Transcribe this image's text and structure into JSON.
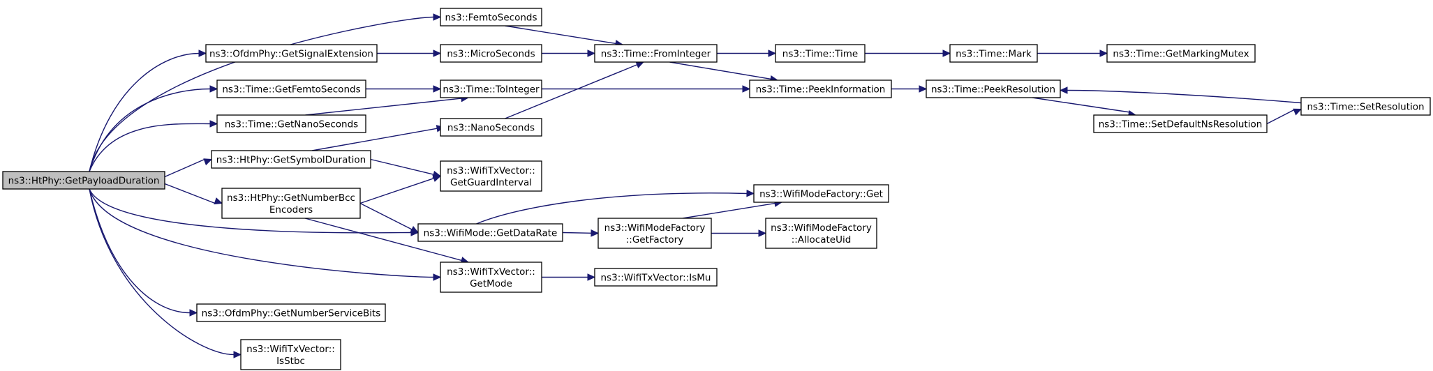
{
  "graph": {
    "root": "n_root",
    "nodes": [
      {
        "id": "n_root",
        "name": "node-htphy-getpayloadduration",
        "lines": [
          "ns3::HtPhy::GetPayloadDuration"
        ]
      },
      {
        "id": "n_femto",
        "name": "node-femtoseconds",
        "lines": [
          "ns3::FemtoSeconds"
        ]
      },
      {
        "id": "n_sigext",
        "name": "node-ofdmphy-getsignalextension",
        "lines": [
          "ns3::OfdmPhy::GetSignalExtension"
        ]
      },
      {
        "id": "n_micro",
        "name": "node-microseconds",
        "lines": [
          "ns3::MicroSeconds"
        ]
      },
      {
        "id": "n_fromint",
        "name": "node-time-frominteger",
        "lines": [
          "ns3::Time::FromInteger"
        ]
      },
      {
        "id": "n_time",
        "name": "node-time-time",
        "lines": [
          "ns3::Time::Time"
        ]
      },
      {
        "id": "n_mark",
        "name": "node-time-mark",
        "lines": [
          "ns3::Time::Mark"
        ]
      },
      {
        "id": "n_mutex",
        "name": "node-time-getmarkingmutex",
        "lines": [
          "ns3::Time::GetMarkingMutex"
        ]
      },
      {
        "id": "n_getfs",
        "name": "node-time-getfemtoseconds",
        "lines": [
          "ns3::Time::GetFemtoSeconds"
        ]
      },
      {
        "id": "n_toint",
        "name": "node-time-tointeger",
        "lines": [
          "ns3::Time::ToInteger"
        ]
      },
      {
        "id": "n_peekinfo",
        "name": "node-time-peekinformation",
        "lines": [
          "ns3::Time::PeekInformation"
        ]
      },
      {
        "id": "n_peekres",
        "name": "node-time-peekresolution",
        "lines": [
          "ns3::Time::PeekResolution"
        ]
      },
      {
        "id": "n_setres",
        "name": "node-time-setresolution",
        "lines": [
          "ns3::Time::SetResolution"
        ]
      },
      {
        "id": "n_setdef",
        "name": "node-time-setdefaultnsresolution",
        "lines": [
          "ns3::Time::SetDefaultNsResolution"
        ]
      },
      {
        "id": "n_getns",
        "name": "node-time-getnanoseconds",
        "lines": [
          "ns3::Time::GetNanoSeconds"
        ]
      },
      {
        "id": "n_nano",
        "name": "node-nanoseconds",
        "lines": [
          "ns3::NanoSeconds"
        ]
      },
      {
        "id": "n_symdur",
        "name": "node-htphy-getsymbolduration",
        "lines": [
          "ns3::HtPhy::GetSymbolDuration"
        ]
      },
      {
        "id": "n_guard",
        "name": "node-wifitxvector-getguardinterval",
        "lines": [
          "ns3::WifiTxVector::",
          "GetGuardInterval"
        ]
      },
      {
        "id": "n_bcc",
        "name": "node-htphy-getnumberbccencoders",
        "lines": [
          "ns3::HtPhy::GetNumberBcc",
          "Encoders"
        ]
      },
      {
        "id": "n_dr",
        "name": "node-wifimode-getdatarate",
        "lines": [
          "ns3::WifiMode::GetDataRate"
        ]
      },
      {
        "id": "n_mfget",
        "name": "node-wifimodefactory-get",
        "lines": [
          "ns3::WifiModeFactory::Get"
        ]
      },
      {
        "id": "n_getfac",
        "name": "node-wifimodefactory-getfactory",
        "lines": [
          "ns3::WifiModeFactory",
          "::GetFactory"
        ]
      },
      {
        "id": "n_alloc",
        "name": "node-wifimodefactory-allocateuid",
        "lines": [
          "ns3::WifiModeFactory",
          "::AllocateUid"
        ]
      },
      {
        "id": "n_getmode",
        "name": "node-wifitxvector-getmode",
        "lines": [
          "ns3::WifiTxVector::",
          "GetMode"
        ]
      },
      {
        "id": "n_ismu",
        "name": "node-wifitxvector-ismu",
        "lines": [
          "ns3::WifiTxVector::IsMu"
        ]
      },
      {
        "id": "n_svcbits",
        "name": "node-ofdmphy-getnumberservicebits",
        "lines": [
          "ns3::OfdmPhy::GetNumberServiceBits"
        ]
      },
      {
        "id": "n_stbc",
        "name": "node-wifitxvector-isstbc",
        "lines": [
          "ns3::WifiTxVector::",
          "IsStbc"
        ]
      }
    ],
    "edges": [
      [
        "n_root",
        "n_femto"
      ],
      [
        "n_root",
        "n_sigext"
      ],
      [
        "n_root",
        "n_getfs"
      ],
      [
        "n_root",
        "n_getns"
      ],
      [
        "n_root",
        "n_symdur"
      ],
      [
        "n_root",
        "n_bcc"
      ],
      [
        "n_root",
        "n_dr"
      ],
      [
        "n_root",
        "n_getmode"
      ],
      [
        "n_root",
        "n_svcbits"
      ],
      [
        "n_root",
        "n_stbc"
      ],
      [
        "n_femto",
        "n_fromint"
      ],
      [
        "n_sigext",
        "n_micro"
      ],
      [
        "n_micro",
        "n_fromint"
      ],
      [
        "n_fromint",
        "n_time"
      ],
      [
        "n_fromint",
        "n_peekinfo"
      ],
      [
        "n_time",
        "n_mark"
      ],
      [
        "n_mark",
        "n_mutex"
      ],
      [
        "n_getfs",
        "n_toint"
      ],
      [
        "n_getns",
        "n_toint"
      ],
      [
        "n_toint",
        "n_peekinfo"
      ],
      [
        "n_peekinfo",
        "n_peekres"
      ],
      [
        "n_peekres",
        "n_setdef"
      ],
      [
        "n_setdef",
        "n_setres"
      ],
      [
        "n_setres",
        "n_peekres"
      ],
      [
        "n_nano",
        "n_fromint"
      ],
      [
        "n_symdur",
        "n_nano"
      ],
      [
        "n_symdur",
        "n_guard"
      ],
      [
        "n_bcc",
        "n_guard"
      ],
      [
        "n_bcc",
        "n_dr"
      ],
      [
        "n_bcc",
        "n_getmode"
      ],
      [
        "n_dr",
        "n_mfget"
      ],
      [
        "n_dr",
        "n_getfac"
      ],
      [
        "n_getfac",
        "n_mfget"
      ],
      [
        "n_getfac",
        "n_alloc"
      ],
      [
        "n_getmode",
        "n_ismu"
      ]
    ]
  },
  "colors": {
    "edge": "#191970",
    "node_fill": "#ffffff",
    "root_fill": "#bfbfbf",
    "node_stroke": "#000000"
  }
}
